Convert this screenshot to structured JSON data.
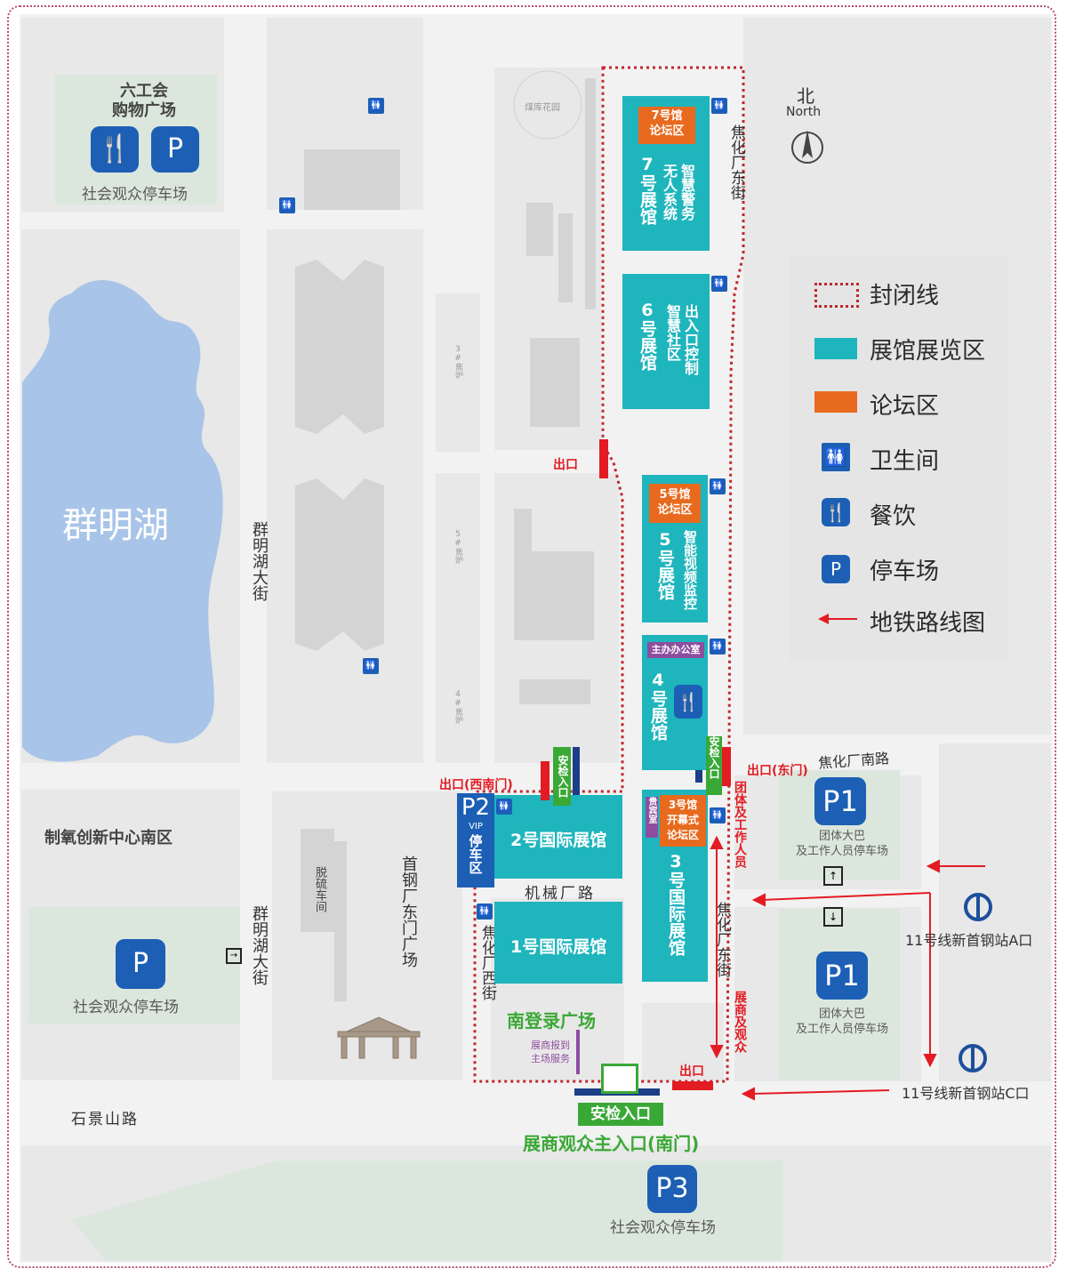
{
  "colors": {
    "hall": "#1fb5bd",
    "forum": "#e86a1e",
    "parking": "#1c5fb5",
    "closure_line": "#c0282d",
    "exit": "#e31c23",
    "security": "#3aa836",
    "metro_arrow": "#e31c23",
    "lake": "#a8c4e8",
    "road": "#ffffff",
    "block": "#e8e8e8",
    "green_block": "#dbe7dd",
    "building": "#d4d4d4"
  },
  "compass": {
    "cn": "北",
    "en": "North"
  },
  "legend": {
    "closure": "封闭线",
    "hall_area": "展馆展览区",
    "forum_area": "论坛区",
    "restroom": "卫生间",
    "dining": "餐饮",
    "parking": "停车场",
    "metro_route": "地铁路线图"
  },
  "areas": {
    "liugonghui": "六工会\n购物广场",
    "liugonghui_parking": "社会观众停车场",
    "lake": "群明湖",
    "meiku": "煤库花园",
    "zhiyang": "制氧创新中心南区",
    "west_parking": "社会观众停车场",
    "tuoliu": "脱硫车间",
    "shougang_plaza": "首钢厂东门广场",
    "south_login": "南登录广场",
    "exhibitor_service": "展商报到\n主场服务",
    "coke3": "3#焦炉",
    "coke5": "5#焦炉",
    "coke4": "4#焦炉"
  },
  "roads": {
    "qunminghu_1": "群明湖大街",
    "qunminghu_2": "群明湖大街",
    "jiaohua_east_1": "焦化厂东街",
    "jiaohua_east_2": "焦化厂东街",
    "jiaohua_west": "焦化厂西街",
    "jixie": "机械厂路",
    "jiaohua_south": "焦化厂南路",
    "shijingshan": "石景山路"
  },
  "halls": {
    "h7": {
      "name": "7号展馆",
      "topic": "智慧警务\n无人系统",
      "forum": "7号馆\n论坛区"
    },
    "h6": {
      "name": "6号展馆",
      "topic": "出入口控制\n智慧社区"
    },
    "h5": {
      "name": "5号展馆",
      "topic": "智能视频监控",
      "forum": "5号馆\n论坛区"
    },
    "h4": {
      "name": "4号展馆",
      "office": "主办办公室"
    },
    "h3": {
      "name": "3号国际展馆",
      "forum": "3号馆\n开幕式\n论坛区",
      "vip": "贵宾室"
    },
    "h2": {
      "name": "2号国际展馆"
    },
    "h1": {
      "name": "1号国际展馆"
    }
  },
  "parking": {
    "p1_top": {
      "code": "P1",
      "label": "团体大巴\n及工作人员停车场"
    },
    "p1_bottom": {
      "code": "P1",
      "label": "团体大巴\n及工作人员停车场"
    },
    "p2": {
      "code": "P2",
      "vip": "VIP",
      "label": "停车区"
    },
    "p3": {
      "code": "P3",
      "label": "社会观众停车场"
    },
    "p_liugonghui": "P",
    "p_west": "P"
  },
  "entrances": {
    "exit_mid": "出口",
    "exit_southwest": "出口(西南门)",
    "exit_east": "出口(东门)",
    "exit_south": "出口",
    "security_north": "安检入口",
    "security_east": "安检入口",
    "security_main": "安检入口",
    "main_entrance": "展商观众主入口(南门)",
    "staff_route": "团体及工作人员",
    "exhibitor_route": "展商及观众"
  },
  "metro": {
    "station_a": "11号线新首钢站A口",
    "station_c": "11号线新首钢站C口"
  }
}
